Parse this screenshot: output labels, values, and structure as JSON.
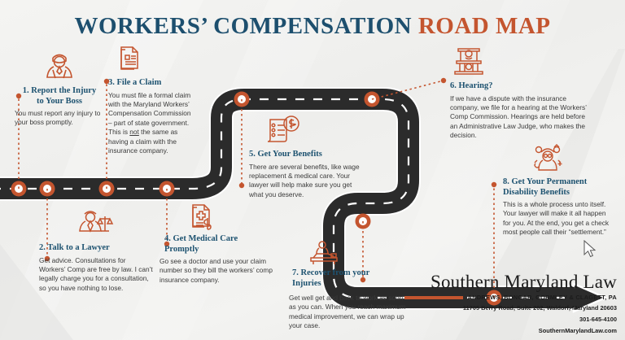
{
  "title": {
    "part1": "WORKERS’ COMPENSATION",
    "part2": "ROAD MAP",
    "navy_color": "#1d4f6e",
    "rust_color": "#c4552f"
  },
  "theme": {
    "background": "#f2f2f0",
    "road_fill": "#2b2b2b",
    "road_edge": "#ffffff",
    "marker_outer": "#c4552f",
    "marker_inner": "#ffffff",
    "heading_color": "#1d5270",
    "body_color": "#3a3a3a",
    "accent": "#c4552f"
  },
  "steps": [
    {
      "id": 1,
      "icon": "worker-injured-icon",
      "title": "1. Report the Injury\nto Your Boss",
      "body": "You must report any injury to your boss promptly."
    },
    {
      "id": 2,
      "icon": "lawyer-scales-icon",
      "title": "2. Talk to a Lawyer",
      "body": "Get advice. Consultations for Workers’ Comp are free by law. I can’t legally charge you for a consultation, so you have nothing to lose."
    },
    {
      "id": 3,
      "icon": "claim-documents-icon",
      "title": "3. File a Claim",
      "body_pre": "You must file a formal claim with the Maryland Workers’ Compensation Commission – part of state government. This is ",
      "body_underline": "not",
      "body_post": " the same as having a claim with the insurance company."
    },
    {
      "id": 4,
      "icon": "medical-bill-icon",
      "title": "4. Get Medical Care\nPromptly",
      "body": "Go see a doctor and use your claim number so they bill the workers’ comp insurance company."
    },
    {
      "id": 5,
      "icon": "benefits-money-icon",
      "title": "5. Get Your Benefits",
      "body": "There are several benefits, like wage replacement & medical care. Your lawyer will help make sure you get what you deserve."
    },
    {
      "id": 6,
      "icon": "courthouse-hearing-icon",
      "title": "6. Hearing?",
      "body": "If we have a dispute with the insurance company, we file for a hearing at the Workers’ Comp Commission. Hearings are held before an Administrative Law Judge, who makes the decision."
    },
    {
      "id": 7,
      "icon": "physical-therapy-icon",
      "title": "7. Recover from your\nInjuries",
      "body": "Get well get and back to work as soon as you can. When you reach maximum medical improvement, we can wrap up your case."
    },
    {
      "id": 8,
      "icon": "disability-benefits-icon",
      "title_num": "8.",
      "title": "Get Your Permanent\nDisability Benefits",
      "body": "This is a whole process unto itself. Your lawyer will make it all happen for you. At the end, you get a check most people call their “settlement.”"
    }
  ],
  "footer": {
    "firm_name": "Southern Maryland Law",
    "partners": "ANDREWS, BONGAR, GORMLEY & CLAGETT, PA",
    "address": "11705 Berry Road, Suite 202, Waldorf, Maryland 20603",
    "phone": "301-645-4100",
    "website": "SouthernMarylandLaw.com"
  }
}
